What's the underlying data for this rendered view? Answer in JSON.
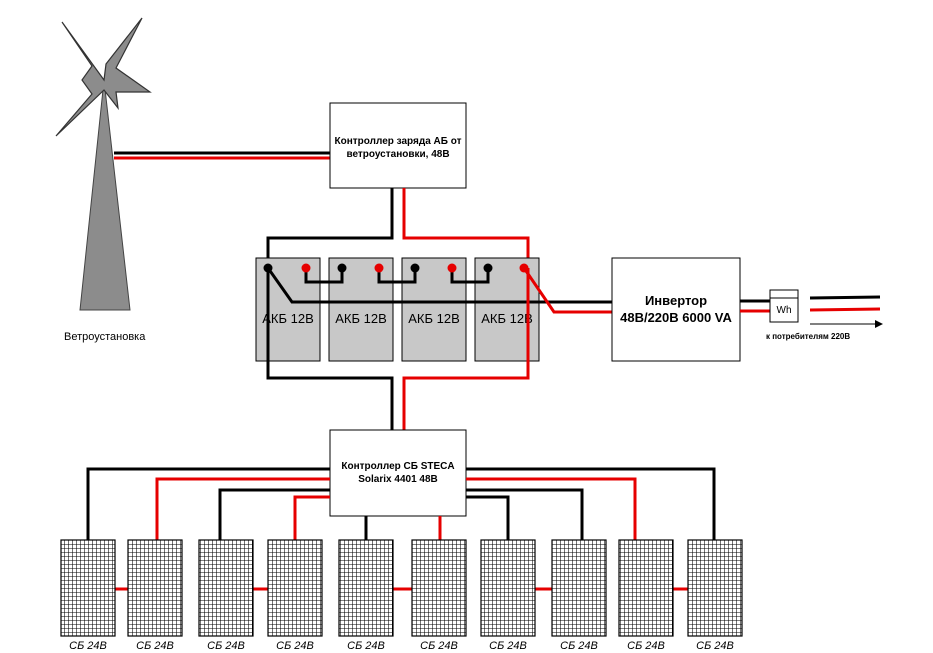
{
  "wind_turbine": {
    "label": "Ветроустановка"
  },
  "wind_controller": {
    "line1": "Контроллер заряда АБ от",
    "line2": "ветроустановки, 48В"
  },
  "batteries": [
    {
      "label": "АКБ 12В"
    },
    {
      "label": "АКБ 12В"
    },
    {
      "label": "АКБ 12В"
    },
    {
      "label": "АКБ 12В"
    }
  ],
  "inverter": {
    "line1": "Инвертор",
    "line2": "48В/220В  6000 VA"
  },
  "meter": {
    "label": "Wh"
  },
  "consumers": {
    "label": "к потребителям 220В"
  },
  "solar_controller": {
    "line1": "Контроллер СБ STECA",
    "line2": "Solarix 4401 48В"
  },
  "solar_panels": [
    {
      "label": "СБ 24В"
    },
    {
      "label": "СБ 24В"
    },
    {
      "label": "СБ 24В"
    },
    {
      "label": "СБ 24В"
    },
    {
      "label": "СБ 24В"
    },
    {
      "label": "СБ 24В"
    },
    {
      "label": "СБ 24В"
    },
    {
      "label": "СБ 24В"
    },
    {
      "label": "СБ 24В"
    },
    {
      "label": "СБ 24В"
    }
  ],
  "colors": {
    "positive_wire": "#e60000",
    "negative_wire": "#000000",
    "battery_fill": "#c8c8c8"
  }
}
